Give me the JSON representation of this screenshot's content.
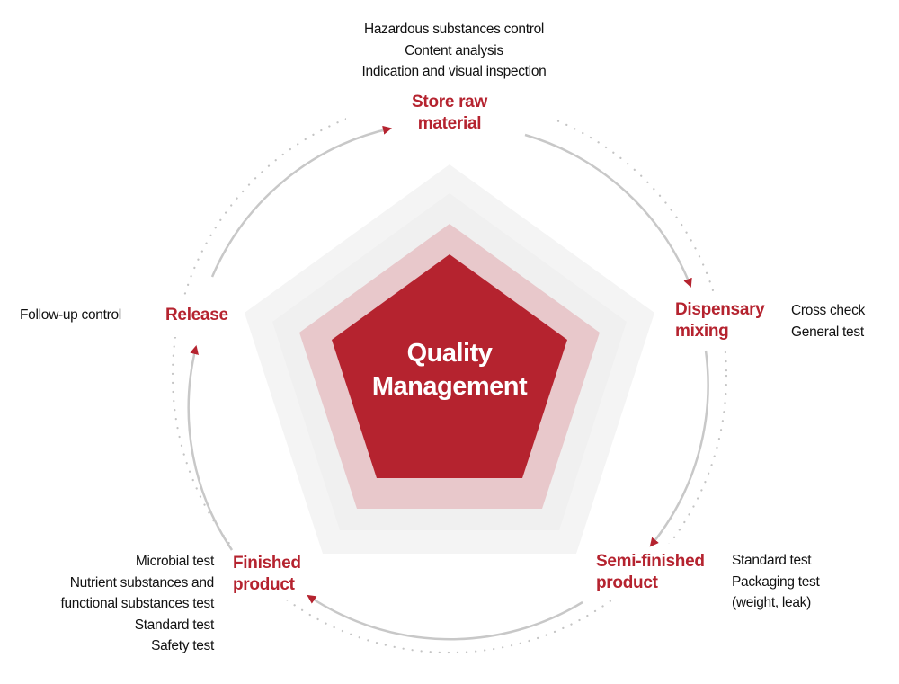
{
  "center": {
    "line1": "Quality",
    "line2": "Management"
  },
  "stages": {
    "store": {
      "line1": "Store raw",
      "line2": "material",
      "notes": [
        "Hazardous substances control",
        "Content analysis",
        "Indication and visual inspection"
      ]
    },
    "dispensary": {
      "line1": "Dispensary",
      "line2": "mixing",
      "notes": [
        "Cross check",
        "General test"
      ]
    },
    "semi": {
      "line1": "Semi-finished",
      "line2": "product",
      "notes": [
        "Standard test",
        "Packaging test",
        "(weight, leak)"
      ]
    },
    "finished": {
      "line1": "Finished",
      "line2": "product",
      "notes": [
        "Microbial test",
        "Nutrient substances and",
        "functional substances test",
        "Standard test",
        "Safety test"
      ]
    },
    "release": {
      "line1": "Release",
      "notes": [
        "Follow-up control"
      ]
    }
  },
  "colors": {
    "accent": "#b5232f",
    "pentagon_outer": "#f4f4f4",
    "pentagon_middle": "#e8c8cb",
    "pentagon_inner": "#b5232f",
    "cycle_line": "#c8c8c8",
    "dots": "#c4c4c4"
  }
}
